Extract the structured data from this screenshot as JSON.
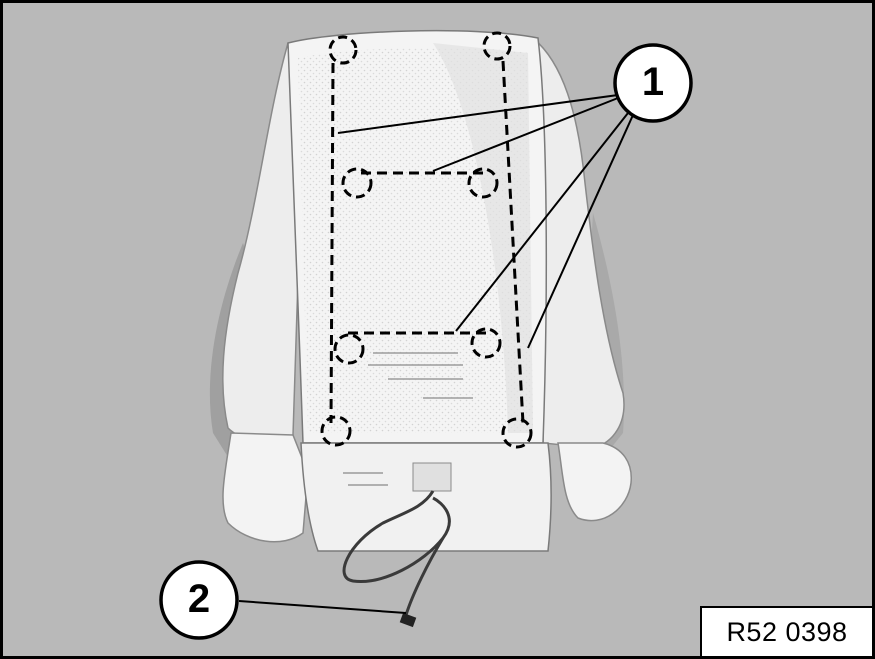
{
  "figure": {
    "reference_code": "R52 0398",
    "callouts": [
      {
        "number": "1"
      },
      {
        "number": "2"
      }
    ]
  },
  "colors": {
    "background": "#b9b9b9",
    "seat_cover": "#f2f2f2",
    "seat_shadow": "#d6d6d6",
    "line": "#000000"
  }
}
